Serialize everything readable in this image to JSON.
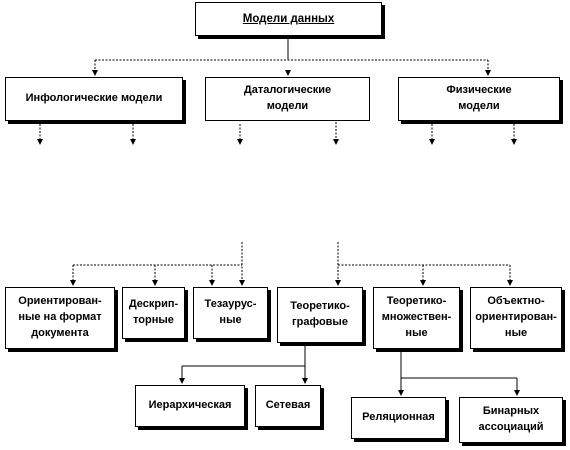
{
  "root": {
    "label": "Модели данных"
  },
  "categories": [
    {
      "id": "infological",
      "label": "Инфологические модели"
    },
    {
      "id": "datalogical",
      "label": "Даталогические\nмодели"
    },
    {
      "id": "physical",
      "label": "Физические\nмодели"
    }
  ],
  "datalogical_models": [
    {
      "id": "document",
      "label": "Ориентирован-\nные на формат\nдокумента"
    },
    {
      "id": "descriptor",
      "label": "Дескрип-\nторные"
    },
    {
      "id": "thesaurus",
      "label": "Тезаурус-\nные"
    },
    {
      "id": "graph",
      "label": "Теоретико-\nграфовые"
    },
    {
      "id": "set",
      "label": "Теоретико-\nмножествен-\nные"
    },
    {
      "id": "object",
      "label": "Объектно-\nориентирован-\nные"
    }
  ],
  "graph_models": [
    {
      "id": "hierarchical",
      "label": "Иерархическая"
    },
    {
      "id": "network",
      "label": "Сетевая"
    }
  ],
  "set_models": [
    {
      "id": "relational",
      "label": "Реляционная"
    },
    {
      "id": "binary",
      "label": "Бинарных\nассоциаций"
    }
  ]
}
